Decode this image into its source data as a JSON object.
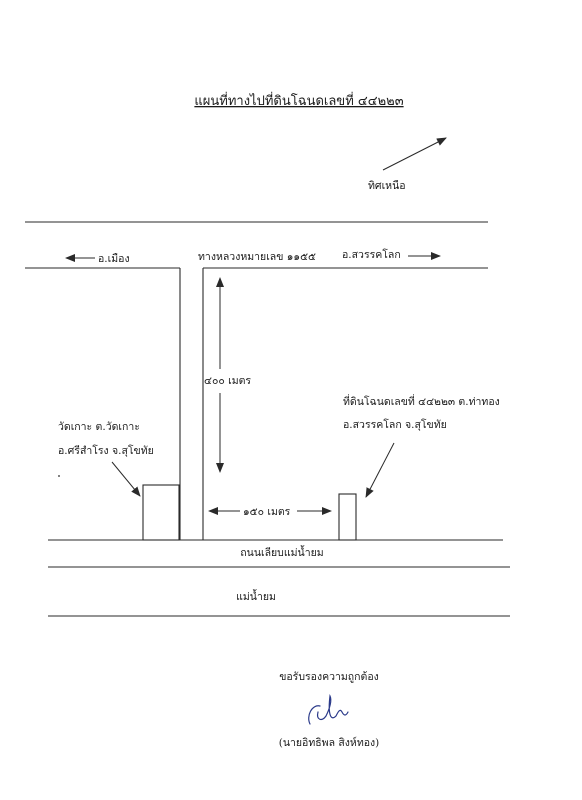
{
  "title": "แผนที่ทางไปที่ดินโฉนดเลขที่ ๔๔๒๒๓",
  "north_label": "ทิศเหนือ",
  "labels": {
    "to_mueang": "อ.เมือง",
    "highway": "ทางหลวงหมายเลข ๑๑๕๕",
    "to_sawankhalok": "อ.สวรรคโลก",
    "distance_vertical": "๔๐๐ เมตร",
    "distance_horizontal": "๑๕๐ เมตร",
    "wat_line1": "วัดเกาะ ต.วัดเกาะ",
    "wat_line2": "อ.ศรีสำโรง จ.สุโขทัย",
    "land_line1": "ที่ดินโฉนดเลขที่ ๔๔๒๒๓ ต.ท่าทอง",
    "land_line2": "อ.สวรรคโลก จ.สุโขทัย",
    "river_road": "ถนนเลียบแม่น้ำยม",
    "river": "แม่น้ำยม"
  },
  "certification": {
    "text": "ขอรับรองความถูกต้อง",
    "signatory": "(นายอิทธิพล  สิงห์ทอง)"
  }
}
